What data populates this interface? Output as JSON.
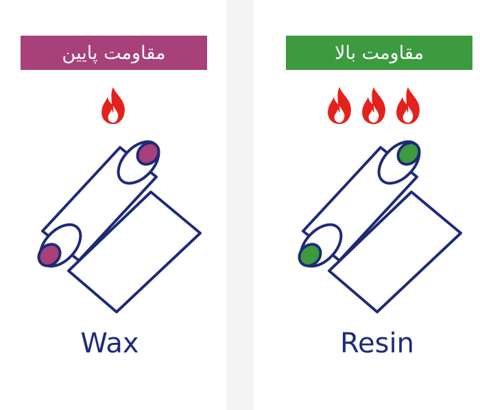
{
  "colors": {
    "wax_accent": "#a8407a",
    "resin_accent": "#3c9a3f",
    "outline": "#1e2a78",
    "flame": "#e4211c"
  },
  "wax": {
    "banner_text": "مقاومت پایین",
    "label": "Wax",
    "flame_count": 1,
    "icon": "ribbon-roll-icon"
  },
  "resin": {
    "banner_text": "مقاومت بالا",
    "label": "Resin",
    "flame_count": 3,
    "icon": "ribbon-roll-icon"
  }
}
